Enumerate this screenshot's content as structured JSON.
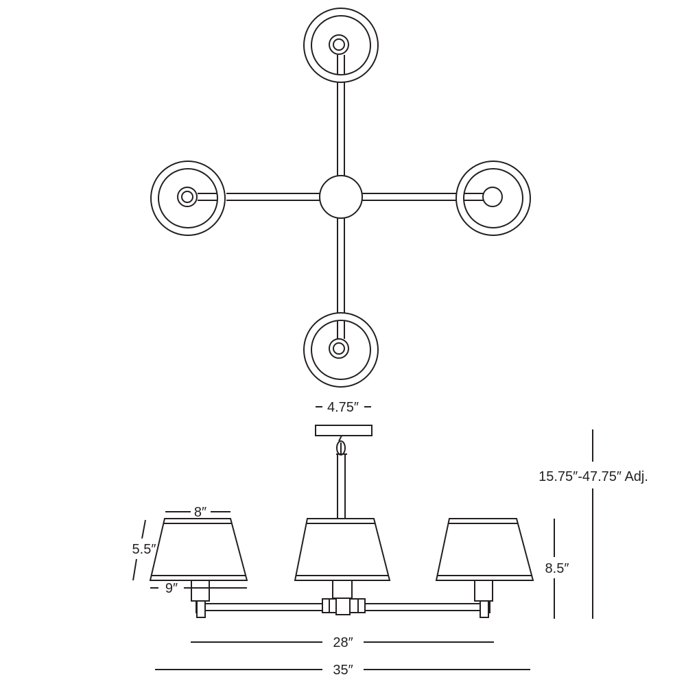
{
  "dimensions": {
    "canopy_width": "4.75″",
    "overall_height": "15.75″-47.75″ Adj.",
    "shade_top_diameter": "8″",
    "shade_height": "5.5″",
    "shade_bottom_diameter": "9″",
    "fixture_body_height": "8.5″",
    "arm_span": "28″",
    "overall_width": "35″"
  }
}
